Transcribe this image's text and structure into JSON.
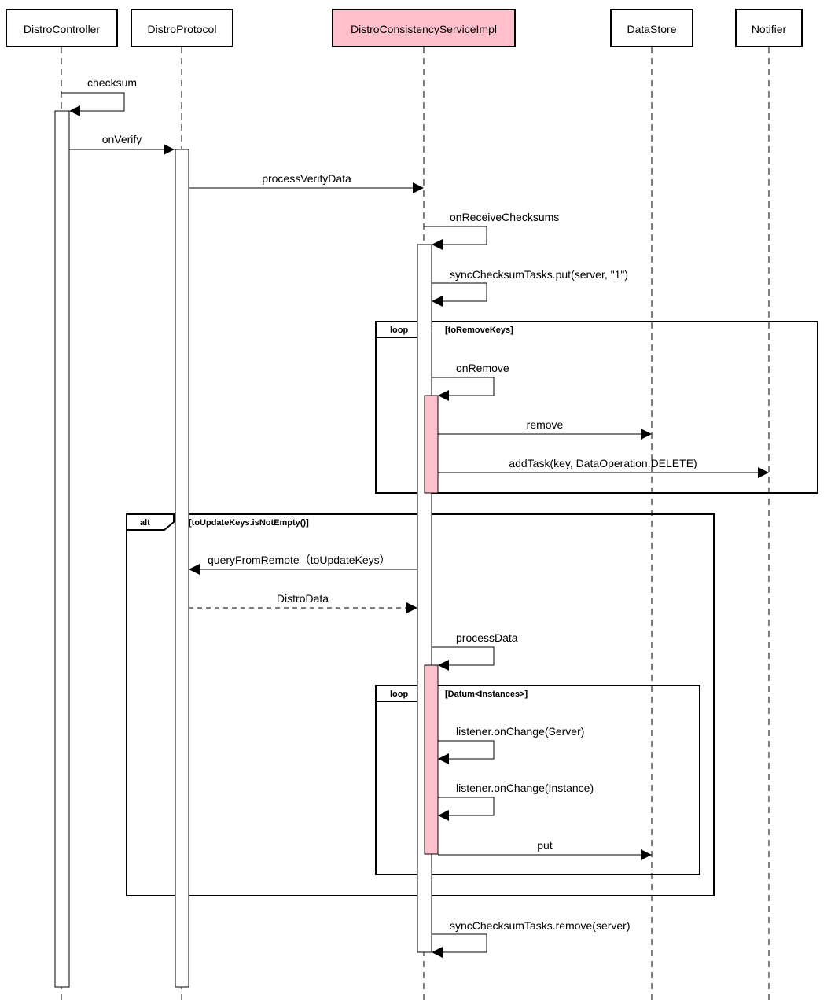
{
  "participants": [
    {
      "id": "controller",
      "label": "DistroController"
    },
    {
      "id": "protocol",
      "label": "DistroProtocol"
    },
    {
      "id": "consistency",
      "label": "DistroConsistencyServiceImpl"
    },
    {
      "id": "datastore",
      "label": "DataStore"
    },
    {
      "id": "notifier",
      "label": "Notifier"
    }
  ],
  "highlight_color": "#ffc0cb",
  "messages": {
    "checksum": "checksum",
    "onVerify": "onVerify",
    "processVerifyData": "processVerifyData",
    "onReceiveChecksums": "onReceiveChecksums",
    "syncPut": "syncChecksumTasks.put(server, \"1\")",
    "onRemove": "onRemove",
    "remove": "remove",
    "addTask": "addTask(key, DataOperation.DELETE)",
    "queryFromRemote": "queryFromRemote（toUpdateKeys）",
    "distroData": "DistroData",
    "processData": "processData",
    "onChangeServer": "listener.onChange(Server)",
    "onChangeInstance": "listener.onChange(Instance)",
    "put": "put",
    "syncRemove": "syncChecksumTasks.remove(server)"
  },
  "frames": {
    "loop1": {
      "kind": "loop",
      "guard": "[toRemoveKeys]"
    },
    "alt": {
      "kind": "alt",
      "guard": "[toUpdateKeys.isNotEmpty()]"
    },
    "loop2": {
      "kind": "loop",
      "guard": "[Datum<Instances>]"
    }
  }
}
